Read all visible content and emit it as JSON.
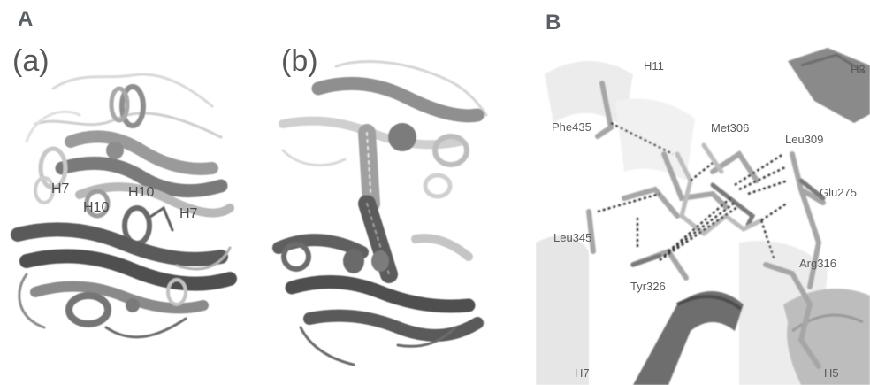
{
  "panel_a": {
    "letter": "A",
    "sub_a": {
      "letter": "(a)",
      "labels": [
        "H7",
        "H10",
        "H10",
        "H7"
      ]
    },
    "sub_b": {
      "letter": "(b)"
    }
  },
  "panel_b": {
    "letter": "B",
    "helix_labels": [
      "H11",
      "H3",
      "H7",
      "H5"
    ],
    "residue_labels": [
      "Phe435",
      "Met306",
      "Leu309",
      "Glu275",
      "Leu345",
      "Arg316",
      "Tyr326"
    ]
  },
  "colors": {
    "dark_helix": "#5e5e5e",
    "mid_helix": "#8e8e8e",
    "light_helix": "#cfcfcf",
    "very_light_helix": "#e3e3e3",
    "text": "#4b4b4b"
  }
}
